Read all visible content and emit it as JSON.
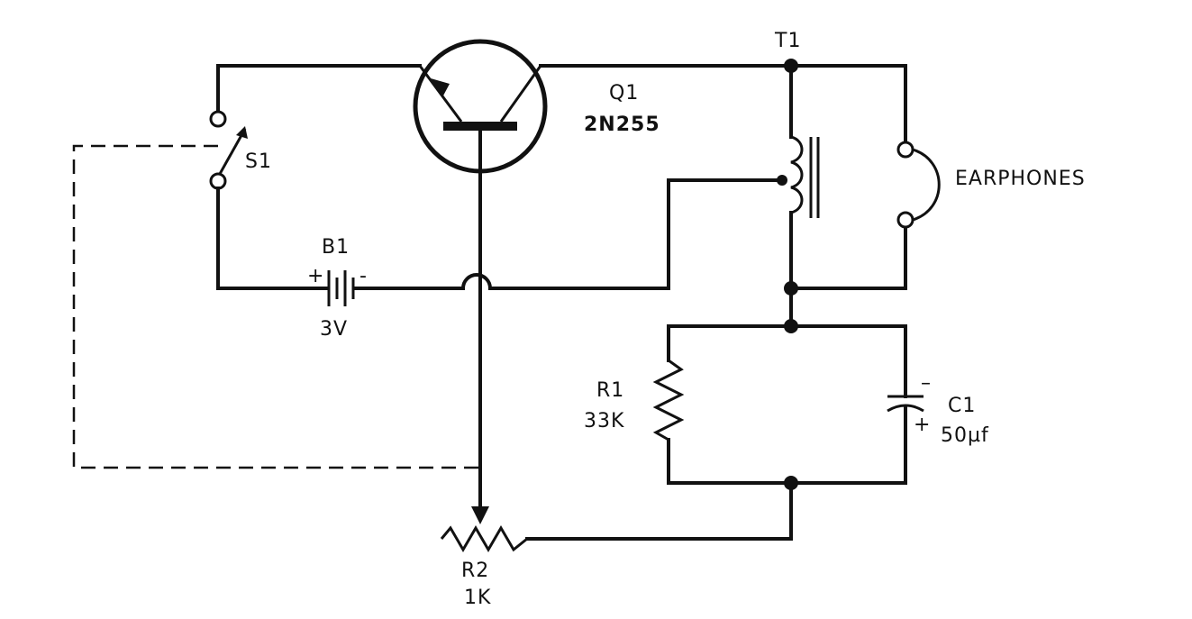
{
  "components": {
    "q1": {
      "ref": "Q1",
      "part": "2N255"
    },
    "t1": {
      "ref": "T1"
    },
    "s1": {
      "ref": "S1"
    },
    "b1": {
      "ref": "B1",
      "value": "3V",
      "plus": "+",
      "minus": "-"
    },
    "earphones": {
      "label": "EARPHONES"
    },
    "r1": {
      "ref": "R1",
      "value": "33K"
    },
    "c1": {
      "ref": "C1",
      "value": "50µf",
      "plus": "+",
      "minus": "–"
    },
    "r2": {
      "ref": "R2",
      "value": "1K"
    }
  }
}
